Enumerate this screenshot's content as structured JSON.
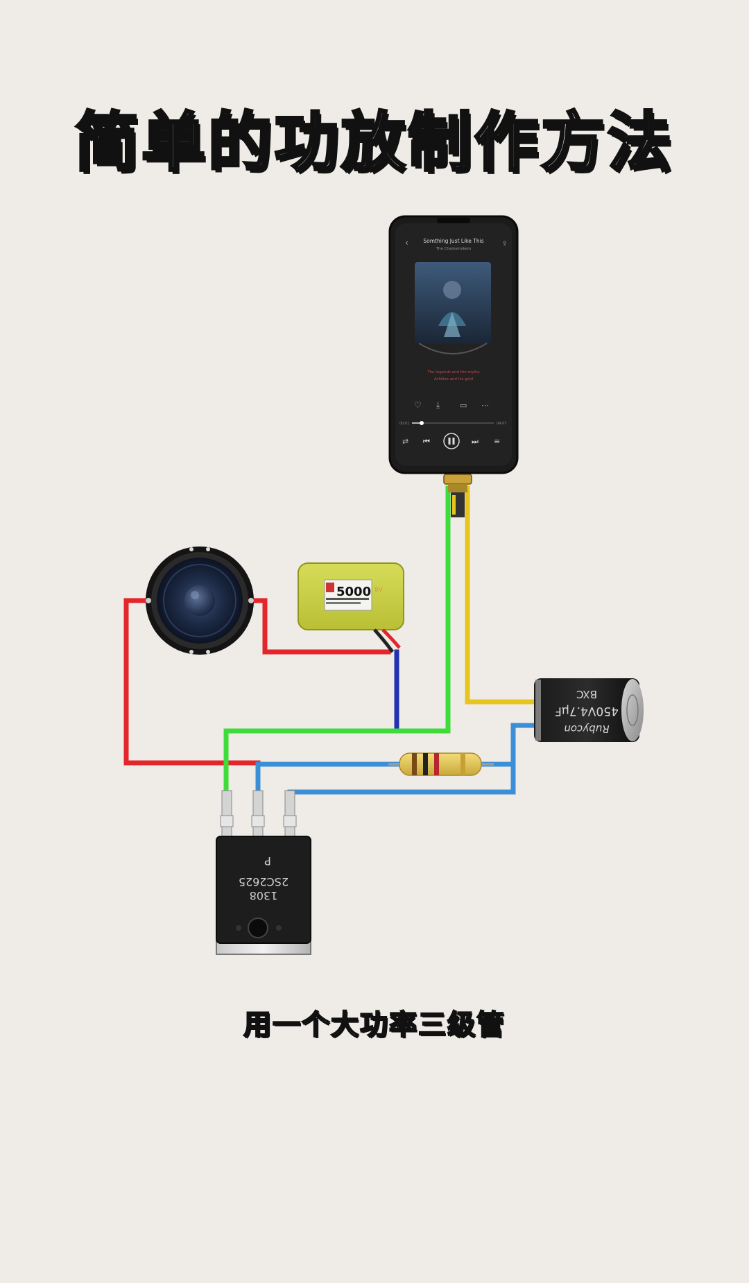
{
  "title": "简单的功放制作方法",
  "caption": "用一个大功率三级管",
  "phone": {
    "song_title": "Somthing Just Like This",
    "artist": "The Chainsmokers",
    "lyric_line_1": "The legends and the myths",
    "lyric_line_2": "Achilles and his gold",
    "time_elapsed": "00:01",
    "time_total": "04:07"
  },
  "battery": {
    "capacity_label": "5000",
    "voltage_label": "8V"
  },
  "capacitor": {
    "brand": "Rubycon",
    "rating": "450V4.7μF",
    "series": "BXC"
  },
  "transistor": {
    "model": "2SC2625",
    "code": "1308",
    "mark": "P"
  },
  "colors": {
    "wire_red": "#e2262b",
    "wire_green": "#3ddc3a",
    "wire_yellow": "#e8c51c",
    "wire_blue": "#3c8fd6",
    "wire_darkblue": "#2333b0"
  }
}
